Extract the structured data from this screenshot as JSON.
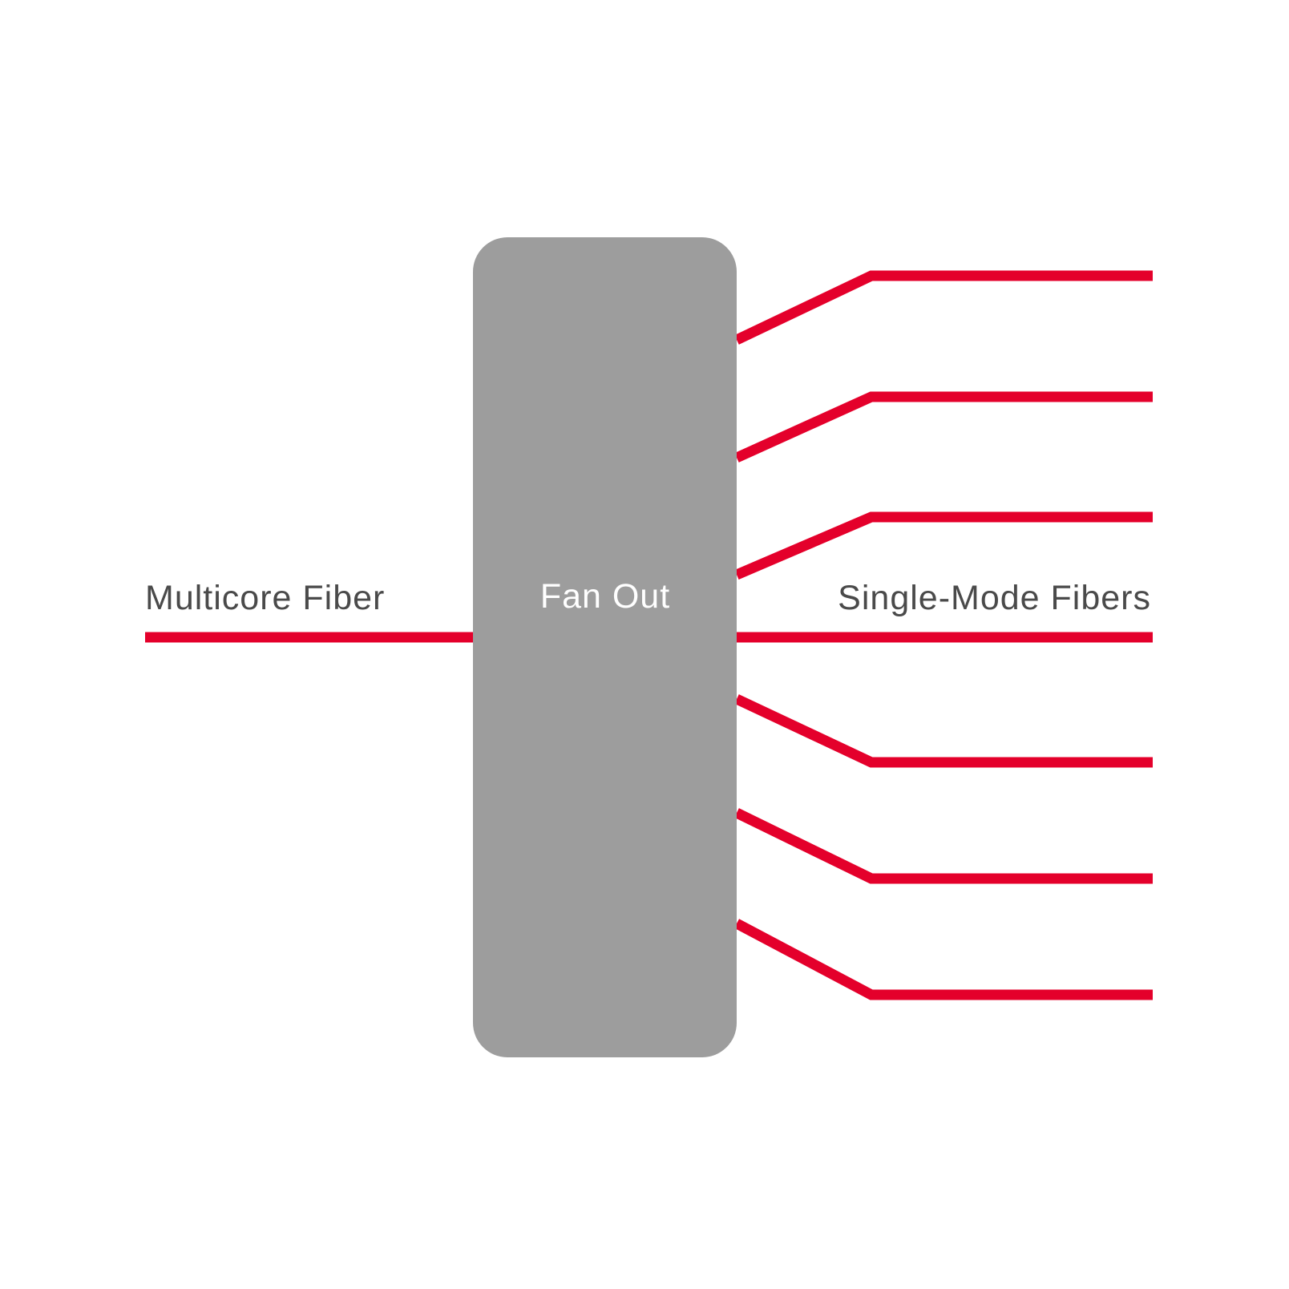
{
  "colors": {
    "fiber": "#e4002b",
    "fanout_box": "#9d9d9d",
    "label_text": "#4a4a4a",
    "box_text": "#ffffff",
    "background": "#ffffff"
  },
  "labels": {
    "input": "Multicore Fiber",
    "device": "Fan Out",
    "output": "Single-Mode Fibers"
  },
  "output_fiber_count": 7
}
